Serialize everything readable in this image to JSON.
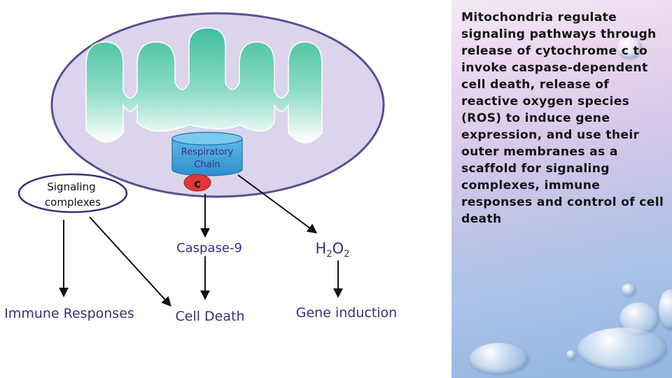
{
  "diagram": {
    "respiratory_chain_line1": "Respiratory",
    "respiratory_chain_line2": "Chain",
    "cytochrome_c": "c",
    "signaling_line1": "Signaling",
    "signaling_line2": "complexes",
    "caspase": "Caspase-9",
    "h2o2_h": "H",
    "h2o2_sub1": "2",
    "h2o2_o": "O",
    "h2o2_sub2": "2",
    "immune": "Immune Responses",
    "cell_death": "Cell Death",
    "gene_induction": "Gene induction",
    "colors": {
      "membrane_fill": "#dcd4ec",
      "membrane_stroke": "#5a4f8f",
      "cristae_green": "#3fbf9c",
      "chain_blue": "#3d9bd6",
      "cytochrome_red": "#e03838",
      "text_purple": "#3a2f7a"
    }
  },
  "slide_text": "Mitochondria regulate signaling pathways through release of cytochrome c to invoke caspase-dependent cell death, release of reactive oxygen species (ROS) to induce gene expression, and use their outer membranes as a scaffold for signaling complexes, immune responses and control of cell death"
}
